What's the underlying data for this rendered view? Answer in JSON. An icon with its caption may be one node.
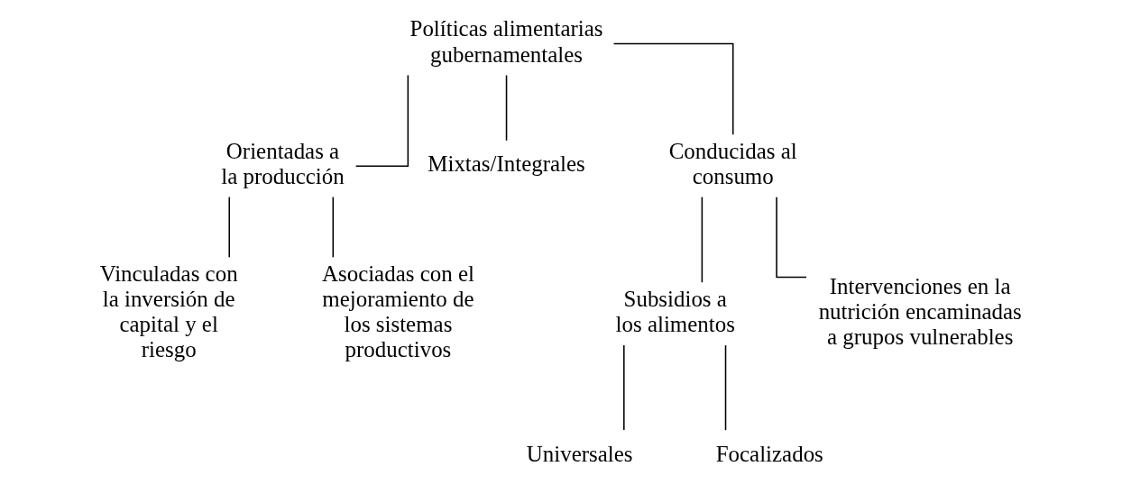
{
  "diagram": {
    "nodes": [
      {
        "text": [
          "Políticas alimentarias gubernamentales"
        ]
      },
      {
        "text": [
          "Orientadas a la producción"
        ]
      },
      {
        "text": [
          "Mixtas/Integrales"
        ]
      },
      {
        "text": [
          "Conducidas al consumo"
        ]
      },
      {
        "text": [
          "Vinculadas con la inversión de capital y el riesgo"
        ]
      },
      {
        "text": [
          "Asociadas con el mejoramiento de los sistemas productivos"
        ]
      },
      {
        "text": [
          "Subsidios a los alimentos"
        ]
      },
      {
        "text": [
          "Intervenciones en la nutrición encaminadas a grupos vulnerables"
        ]
      },
      {
        "text": [
          "Universales"
        ]
      },
      {
        "text": [
          "Focalizados"
        ]
      }
    ],
    "edges": [
      {
        "from": 0,
        "to": 1,
        "arrow": "none"
      },
      {
        "from": 0,
        "to": 2,
        "arrow": "none"
      },
      {
        "from": 0,
        "to": 3,
        "arrow": "none"
      },
      {
        "from": 1,
        "to": 4,
        "arrow": "none"
      },
      {
        "from": 1,
        "to": 5,
        "arrow": "none"
      },
      {
        "from": 3,
        "to": 6,
        "arrow": "none"
      },
      {
        "from": 3,
        "to": 7,
        "arrow": "none"
      },
      {
        "from": 6,
        "to": 8,
        "arrow": "none"
      },
      {
        "from": 6,
        "to": 9,
        "arrow": "none"
      }
    ]
  }
}
